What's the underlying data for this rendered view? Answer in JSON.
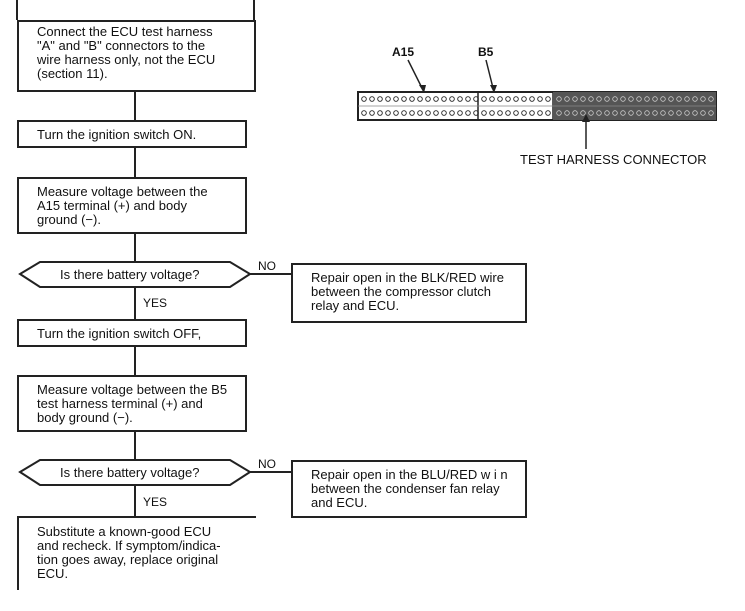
{
  "steps": [
    {
      "text": "Connect the ECU test harness\n\"A\" and \"B\" connectors to the\nwire harness only, not the ECU\n(section 11)."
    },
    {
      "text": "Turn the ignition switch ON."
    },
    {
      "text": "Measure voltage between the\nA15 terminal (+) and body\nground (−)."
    },
    {
      "text": "Turn the ignition switch OFF,"
    },
    {
      "text": "Measure voltage between the B5\ntest harness terminal (+) and\nbody ground (−)."
    },
    {
      "text": "Substitute a known-good ECU\nand recheck. If symptom/indica-\ntion goes away, replace original\nECU."
    }
  ],
  "decisions": [
    {
      "question": "Is there battery voltage?",
      "no_label": "NO",
      "yes_label": "YES"
    },
    {
      "question": "Is there battery voltage?",
      "no_label": "NO",
      "yes_label": "YES"
    }
  ],
  "repairs": [
    {
      "text": "Repair open in the BLK/RED wire\nbetween the compressor clutch\nrelay and ECU."
    },
    {
      "text": "Repair open in the BLU/RED w i n\nbetween the condenser fan relay\nand ECU."
    }
  ],
  "connector": {
    "label_a15": "A15",
    "label_b5": "B5",
    "caption": "TEST HARNESS CONNECTOR"
  }
}
